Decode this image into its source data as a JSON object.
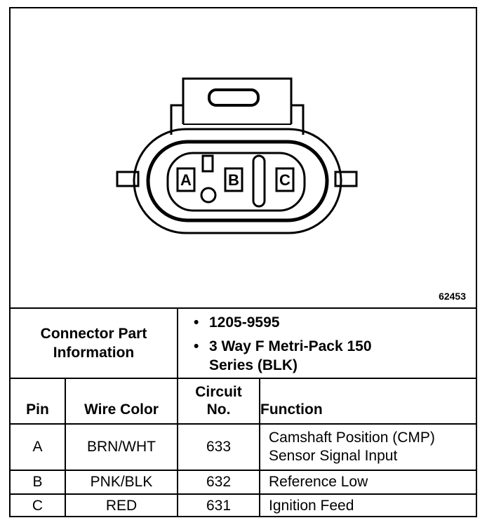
{
  "figure_number": "62453",
  "connector": {
    "pins": [
      "A",
      "B",
      "C"
    ]
  },
  "info": {
    "label": "Connector Part Information",
    "items": [
      "1205-9595",
      "3 Way F Metri-Pack 150 Series (BLK)"
    ]
  },
  "table": {
    "headers": {
      "pin": "Pin",
      "wire_color": "Wire Color",
      "circuit": "Circuit No.",
      "function": "Function"
    },
    "rows": [
      {
        "pin": "A",
        "wire_color": "BRN/WHT",
        "circuit": "633",
        "function": "Camshaft Position (CMP) Sensor Signal Input"
      },
      {
        "pin": "B",
        "wire_color": "PNK/BLK",
        "circuit": "632",
        "function": "Reference Low"
      },
      {
        "pin": "C",
        "wire_color": "RED",
        "circuit": "631",
        "function": "Ignition Feed"
      }
    ]
  }
}
